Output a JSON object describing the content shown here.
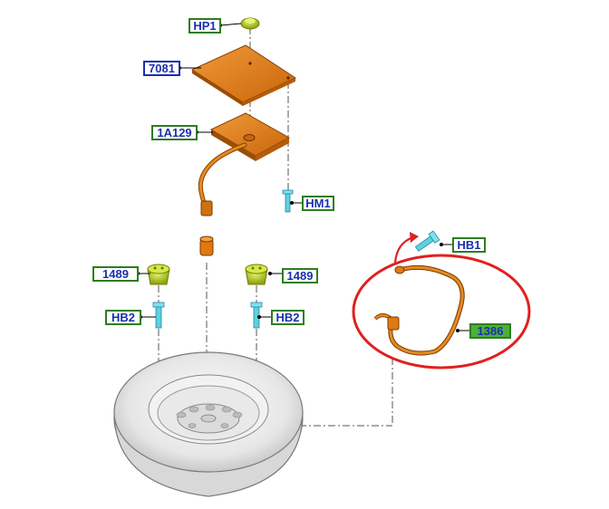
{
  "callouts": {
    "hp1": "HP1",
    "p7081": "7081",
    "p1a129": "1A129",
    "hm1": "HM1",
    "hb1": "HB1",
    "p1489_left": "1489",
    "p1489_right": "1489",
    "hb2_left": "HB2",
    "hb2_right": "HB2",
    "p1386": "1386"
  },
  "colors": {
    "part_orange": "#e07a10",
    "part_orange_dark": "#8a4200",
    "plug_green": "#b8cf1e",
    "fastener_cyan": "#5fd0e0",
    "callout_border_green": "#2f7d1e",
    "callout_border_blue": "#1a2fb0",
    "callout_text": "#1a2fb0",
    "highlight_red": "#e02020",
    "tire_gray": "#d9d9d9"
  }
}
